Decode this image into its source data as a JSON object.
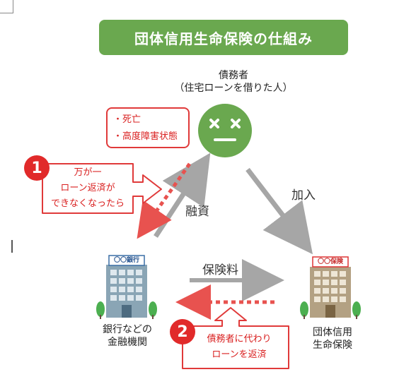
{
  "title": "団体信用生命保険の仕組み",
  "debtor": {
    "line1": "債務者",
    "line2": "（住宅ローンを借りた人）"
  },
  "conditions": [
    "・死亡",
    "・高度障害状態"
  ],
  "callout1": {
    "number": "1",
    "lines": [
      "万が一",
      "ローン返済が",
      "できなくなったら"
    ]
  },
  "callout2": {
    "number": "2",
    "lines": [
      "債務者に代わり",
      "ローンを返済"
    ]
  },
  "labels": {
    "loan": "融資",
    "join": "加入",
    "premium": "保険料"
  },
  "bank": {
    "sign": "〇〇銀行",
    "line1": "銀行などの",
    "line2": "金融機関"
  },
  "insurer": {
    "sign": "〇〇保険",
    "line1": "団体信用",
    "line2": "生命保険"
  },
  "colors": {
    "green": "#6aa84f",
    "red": "#e03a3a",
    "gray_arrow": "#a6a6a6",
    "dashed_arrow": "#e8524f"
  }
}
